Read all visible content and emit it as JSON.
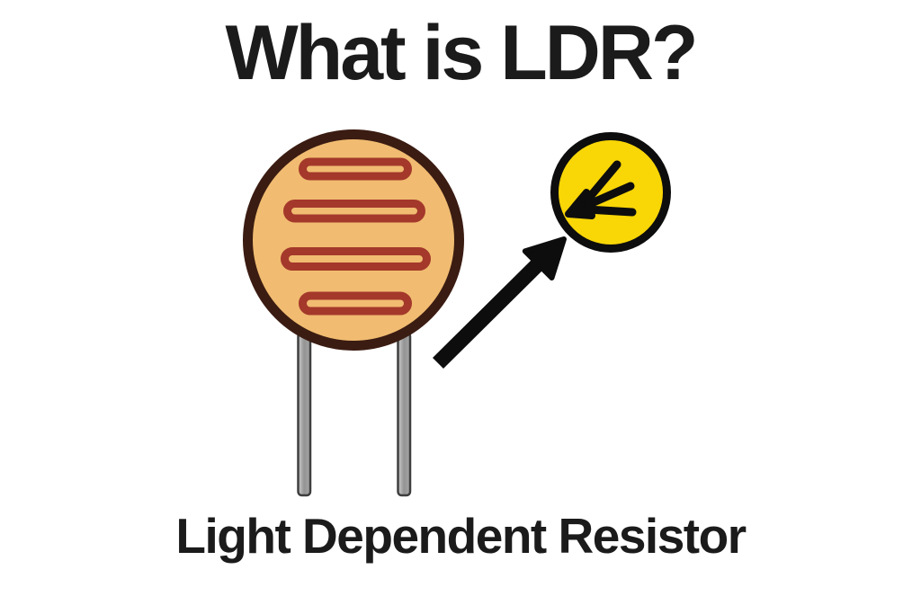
{
  "title": "What is LDR?",
  "subtitle": "Light Dependent Resistor",
  "diagram": {
    "description": "LDR photoresistor symbol with an arrow pointing to an incident-light symbol"
  },
  "colors": {
    "page_bg": "#ffffff",
    "text": "#1b1b1b",
    "ldr_body": "#F1BC71",
    "ldr_outline": "#3B1C12",
    "ldr_track": "#A4382B",
    "leg_light": "#cccccc",
    "leg_mid": "#949494",
    "leg_dark": "#a6a6a6",
    "leg_outline": "#3e3e3e",
    "sun_fill": "#F9D606",
    "sun_outline": "#0d0d0d",
    "arrow": "#0d0d0d"
  }
}
